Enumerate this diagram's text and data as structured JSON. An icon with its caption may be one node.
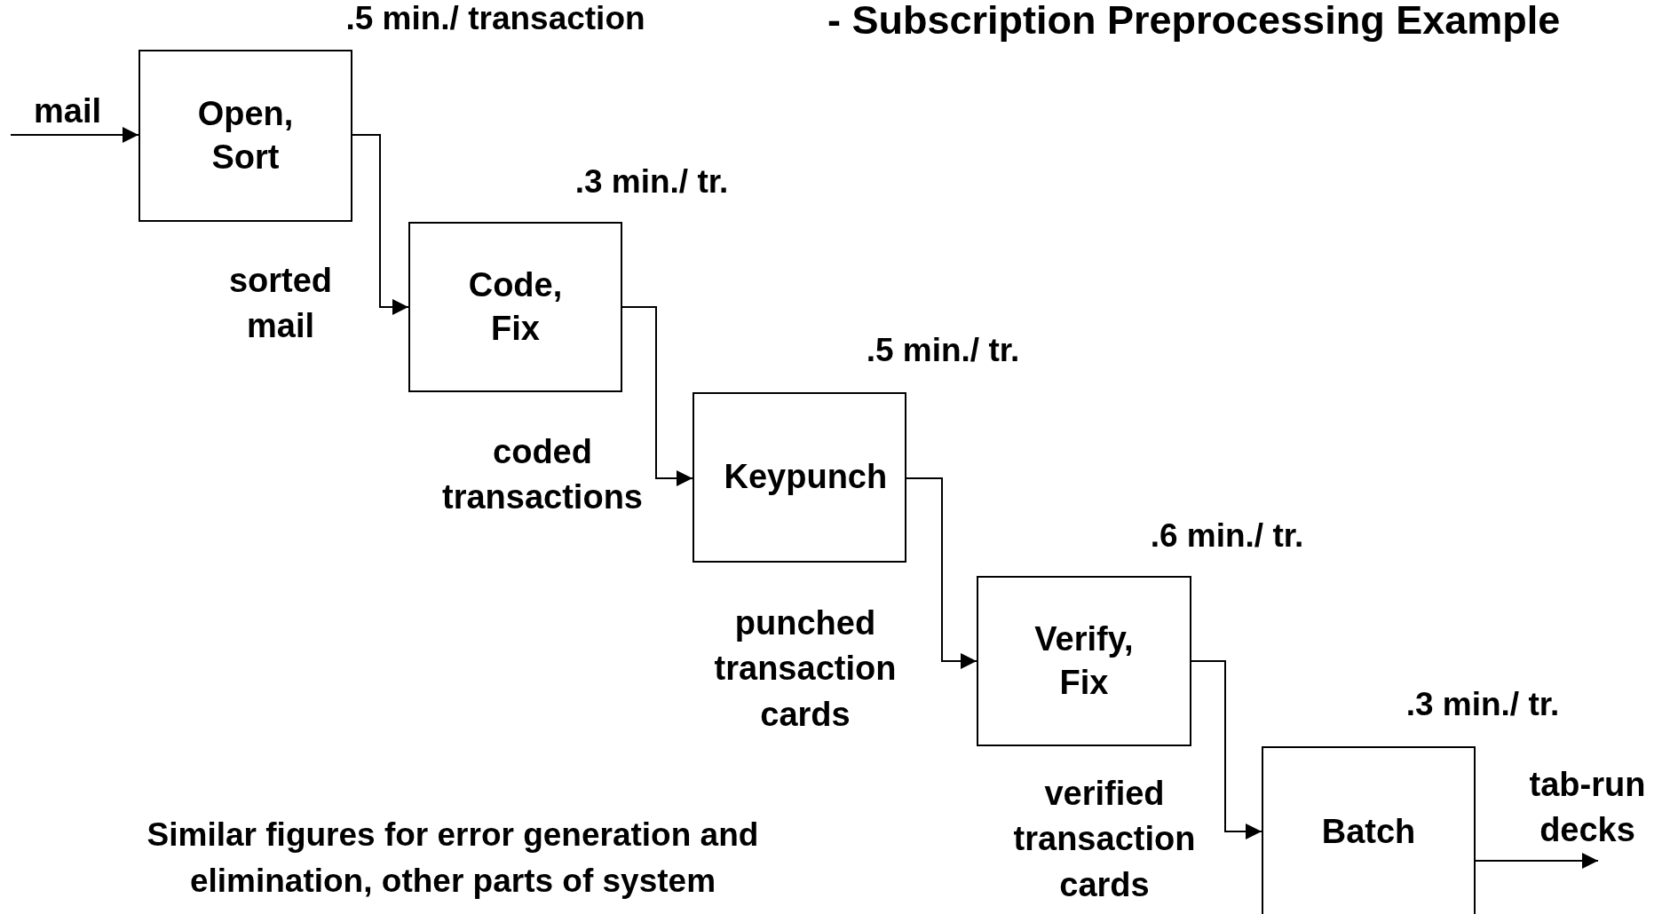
{
  "diagram": {
    "title": "- Subscription Preprocessing Example",
    "nodes": [
      {
        "text": [
          "Open, Sort"
        ],
        "beside": [
          ".5 min./ transaction"
        ]
      },
      {
        "text": [
          "Code, Fix"
        ],
        "beside": [
          ".3 min./ tr."
        ]
      },
      {
        "text": [
          "Keypunch"
        ],
        "beside": [
          ".5 min./ tr."
        ]
      },
      {
        "text": [
          "Verify, Fix"
        ],
        "beside": [
          ".6 min./ tr."
        ]
      },
      {
        "text": [
          "Batch"
        ],
        "beside": [
          ".3 min./ tr."
        ]
      }
    ],
    "edges": [
      {
        "from": null,
        "to": 0,
        "arrow": "to",
        "label": "mail"
      },
      {
        "from": 0,
        "to": 1,
        "arrow": "to",
        "label": "sorted mail"
      },
      {
        "from": 1,
        "to": 2,
        "arrow": "to",
        "label": "coded transactions"
      },
      {
        "from": 2,
        "to": 3,
        "arrow": "to",
        "label": "punched transaction cards"
      },
      {
        "from": 3,
        "to": 4,
        "arrow": "to",
        "label": "verified transaction cards"
      },
      {
        "from": 4,
        "to": null,
        "arrow": "to",
        "label": "tab-run decks"
      }
    ],
    "labels": [
      "Similar figures for error generation and elimination, other parts of system"
    ]
  }
}
